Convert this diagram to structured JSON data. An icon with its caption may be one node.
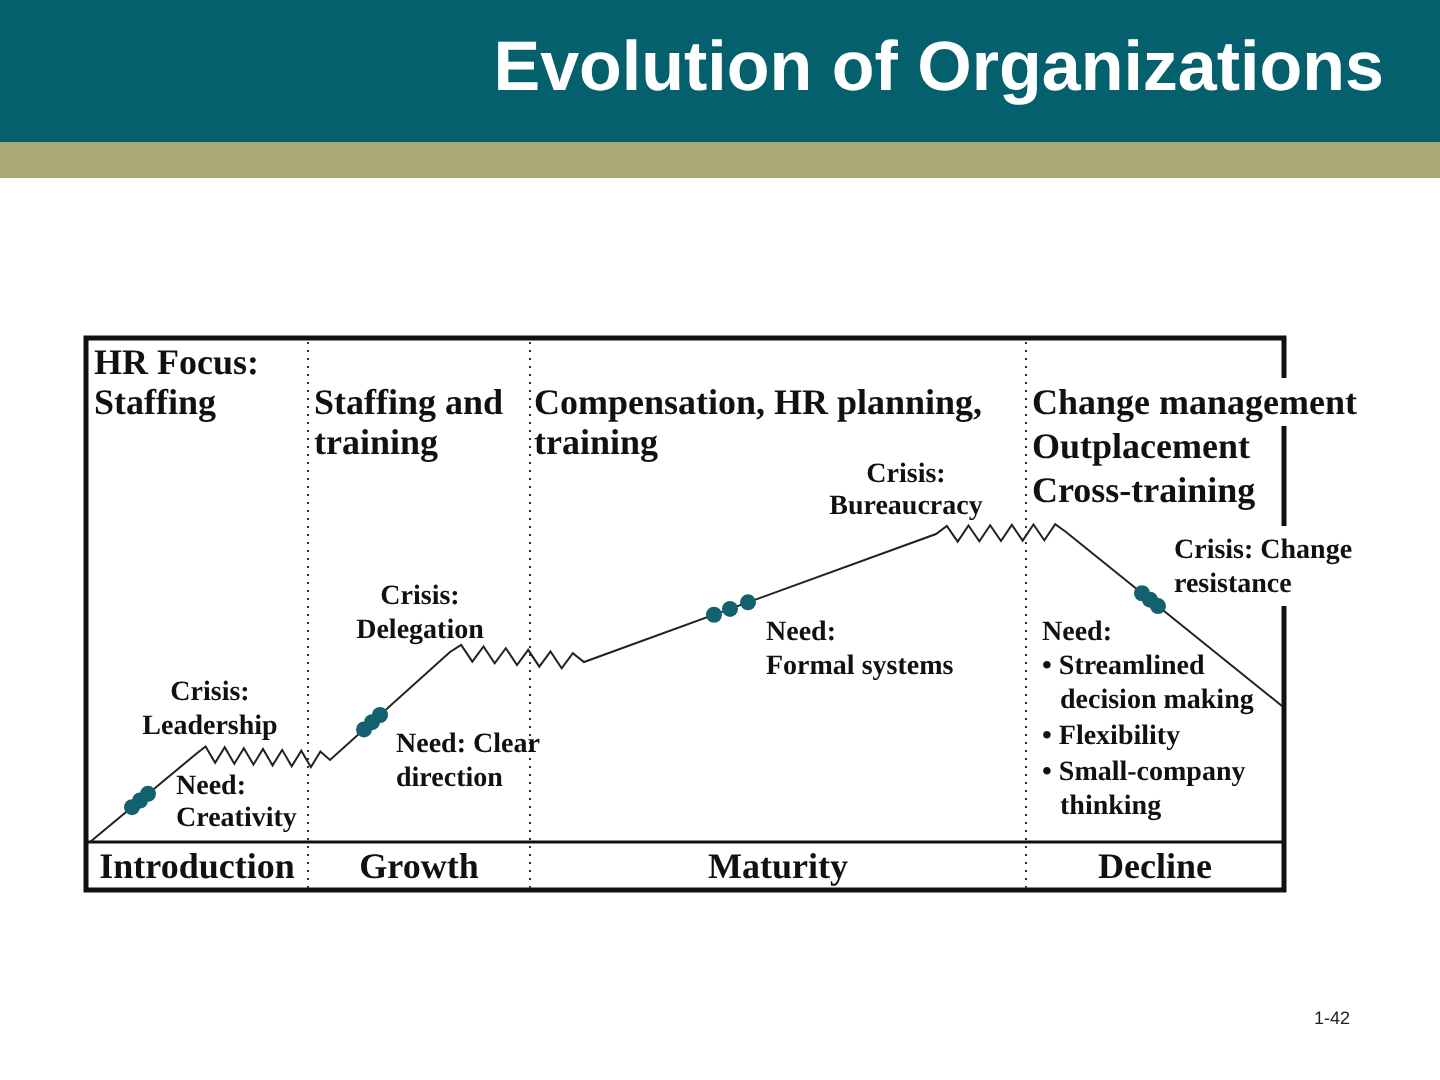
{
  "diagram": {
    "title": "Evolution of Organizations",
    "labels": [
      "HR Focus: Staffing",
      "Staffing and training",
      "Compensation, HR planning, training",
      "Change management",
      "Outplacement",
      "Cross-training",
      "Crisis: Bureaucracy",
      "Crisis: Change resistance",
      "Crisis: Delegation",
      "Need: Formal systems",
      "Need:",
      "• Streamlined decision making",
      "Crisis: Leadership",
      "Need: Clear direction",
      "• Flexibility",
      "Need: Creativity",
      "• Small-company thinking",
      "Introduction",
      "Growth",
      "Maturity",
      "Decline",
      "1-42"
    ]
  }
}
